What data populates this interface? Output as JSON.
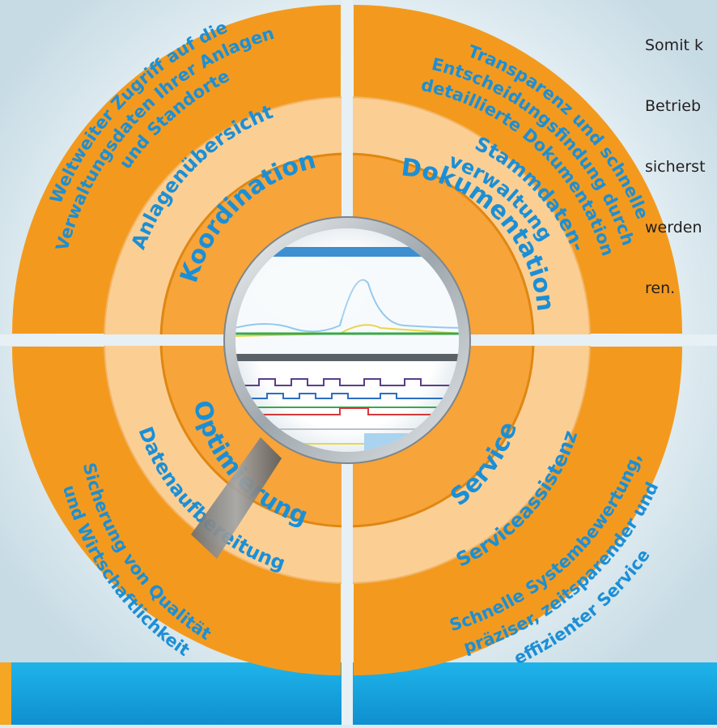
{
  "corner_text": [
    "Somit k",
    "Betrieb",
    "sicherst",
    "werden",
    "ren."
  ],
  "colors": {
    "background": "#ddebf1",
    "orange_outer": "#f39a1e",
    "orange_middle": "#fbcf94",
    "orange_inner": "#f7a43a",
    "label_blue": "#1b8fd6",
    "bottom_band": "#16a6df"
  },
  "quadrants": {
    "top_left": {
      "outer": [
        "Weltweiter Zugriff auf die",
        "Verwaltungsdaten Ihrer Anlagen",
        "und Standorte"
      ],
      "middle": [
        "Anlagenübersicht"
      ],
      "inner": [
        "Koordination"
      ]
    },
    "top_right": {
      "outer": [
        "Transparenz und schnelle",
        "Entscheidungsfindung durch",
        "detaillierte Dokumentation"
      ],
      "middle": [
        "Stammdaten-",
        "verwaltung"
      ],
      "inner": [
        "Dokumentation"
      ]
    },
    "bottom_left": {
      "outer": [
        "Sicherung von Qualität",
        "und Wirtschaftlichkeit"
      ],
      "middle": [
        "Datenaufbereitung"
      ],
      "inner": [
        "Optimierung"
      ]
    },
    "bottom_right": {
      "outer": [
        "Schnelle Systembewertung,",
        "präziser, zeitsparender und",
        "effizienter Service"
      ],
      "middle": [
        "Serviceassistenz"
      ],
      "inner": [
        "Service"
      ]
    }
  },
  "center_icon": "magnifying-glass-icon"
}
